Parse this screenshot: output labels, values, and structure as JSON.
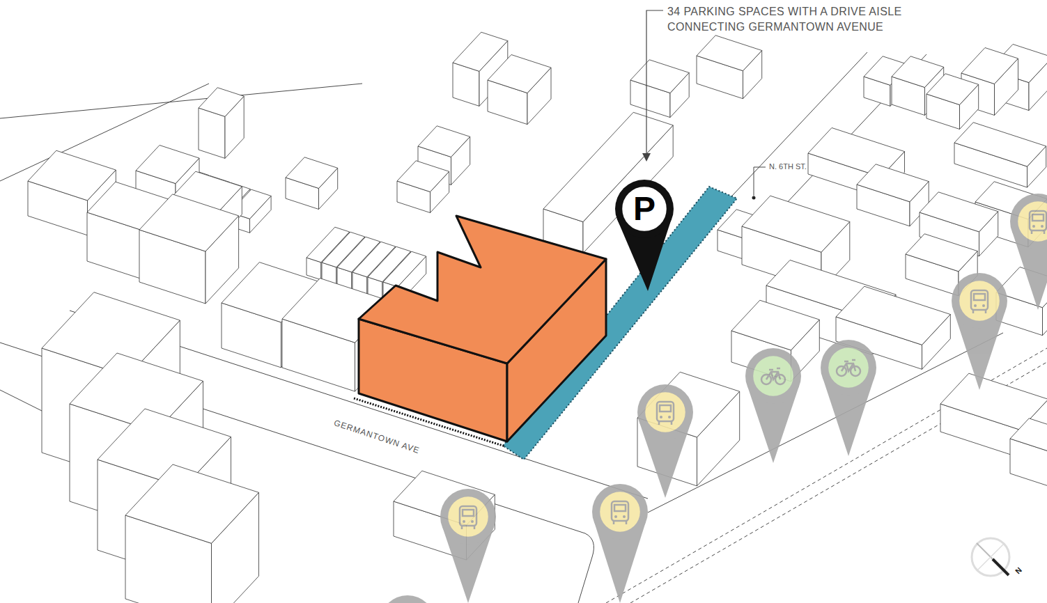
{
  "diagram": {
    "nodes": [
      {
        "text": [
          "P"
        ]
      }
    ],
    "labels": [
      "34 PARKING SPACES WITH A DRIVE AISLE CONNECTING GERMANTOWN AVENUE",
      "N. 6TH ST.",
      "GERMANTOWN AVE",
      "N"
    ]
  }
}
